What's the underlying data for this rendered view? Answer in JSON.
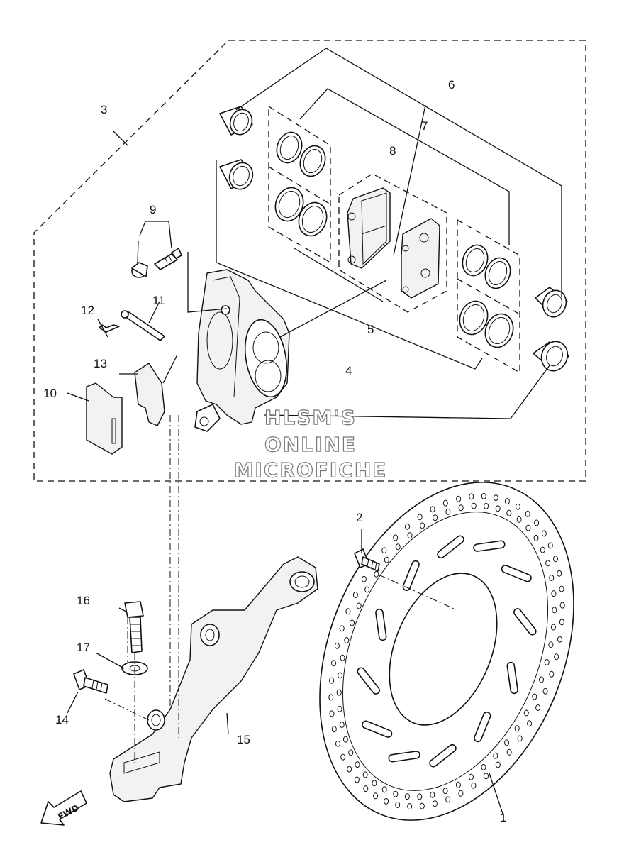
{
  "watermark": {
    "line1": "HLSM'S",
    "line2": "ONLINE",
    "line3": "MICROFICHE"
  },
  "direction_label": "FWD",
  "callouts": [
    "1",
    "2",
    "3",
    "4",
    "5",
    "6",
    "7",
    "8",
    "9",
    "10",
    "11",
    "12",
    "13",
    "14",
    "15",
    "16",
    "17"
  ]
}
